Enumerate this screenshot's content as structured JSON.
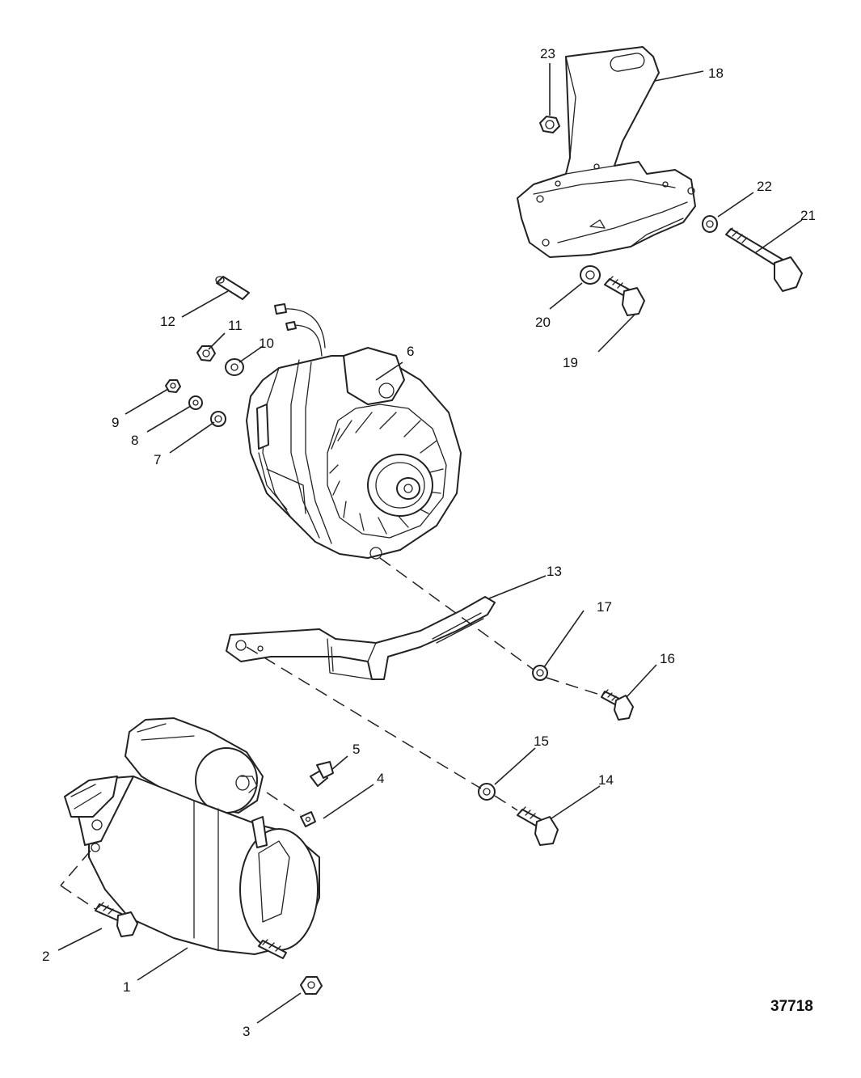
{
  "figure_number": "37718",
  "callouts": [
    {
      "n": "1"
    },
    {
      "n": "2"
    },
    {
      "n": "3"
    },
    {
      "n": "4"
    },
    {
      "n": "5"
    },
    {
      "n": "6"
    },
    {
      "n": "7"
    },
    {
      "n": "8"
    },
    {
      "n": "9"
    },
    {
      "n": "10"
    },
    {
      "n": "11"
    },
    {
      "n": "12"
    },
    {
      "n": "13"
    },
    {
      "n": "14"
    },
    {
      "n": "15"
    },
    {
      "n": "16"
    },
    {
      "n": "17"
    },
    {
      "n": "18"
    },
    {
      "n": "19"
    },
    {
      "n": "20"
    },
    {
      "n": "21"
    },
    {
      "n": "22"
    },
    {
      "n": "23"
    }
  ]
}
